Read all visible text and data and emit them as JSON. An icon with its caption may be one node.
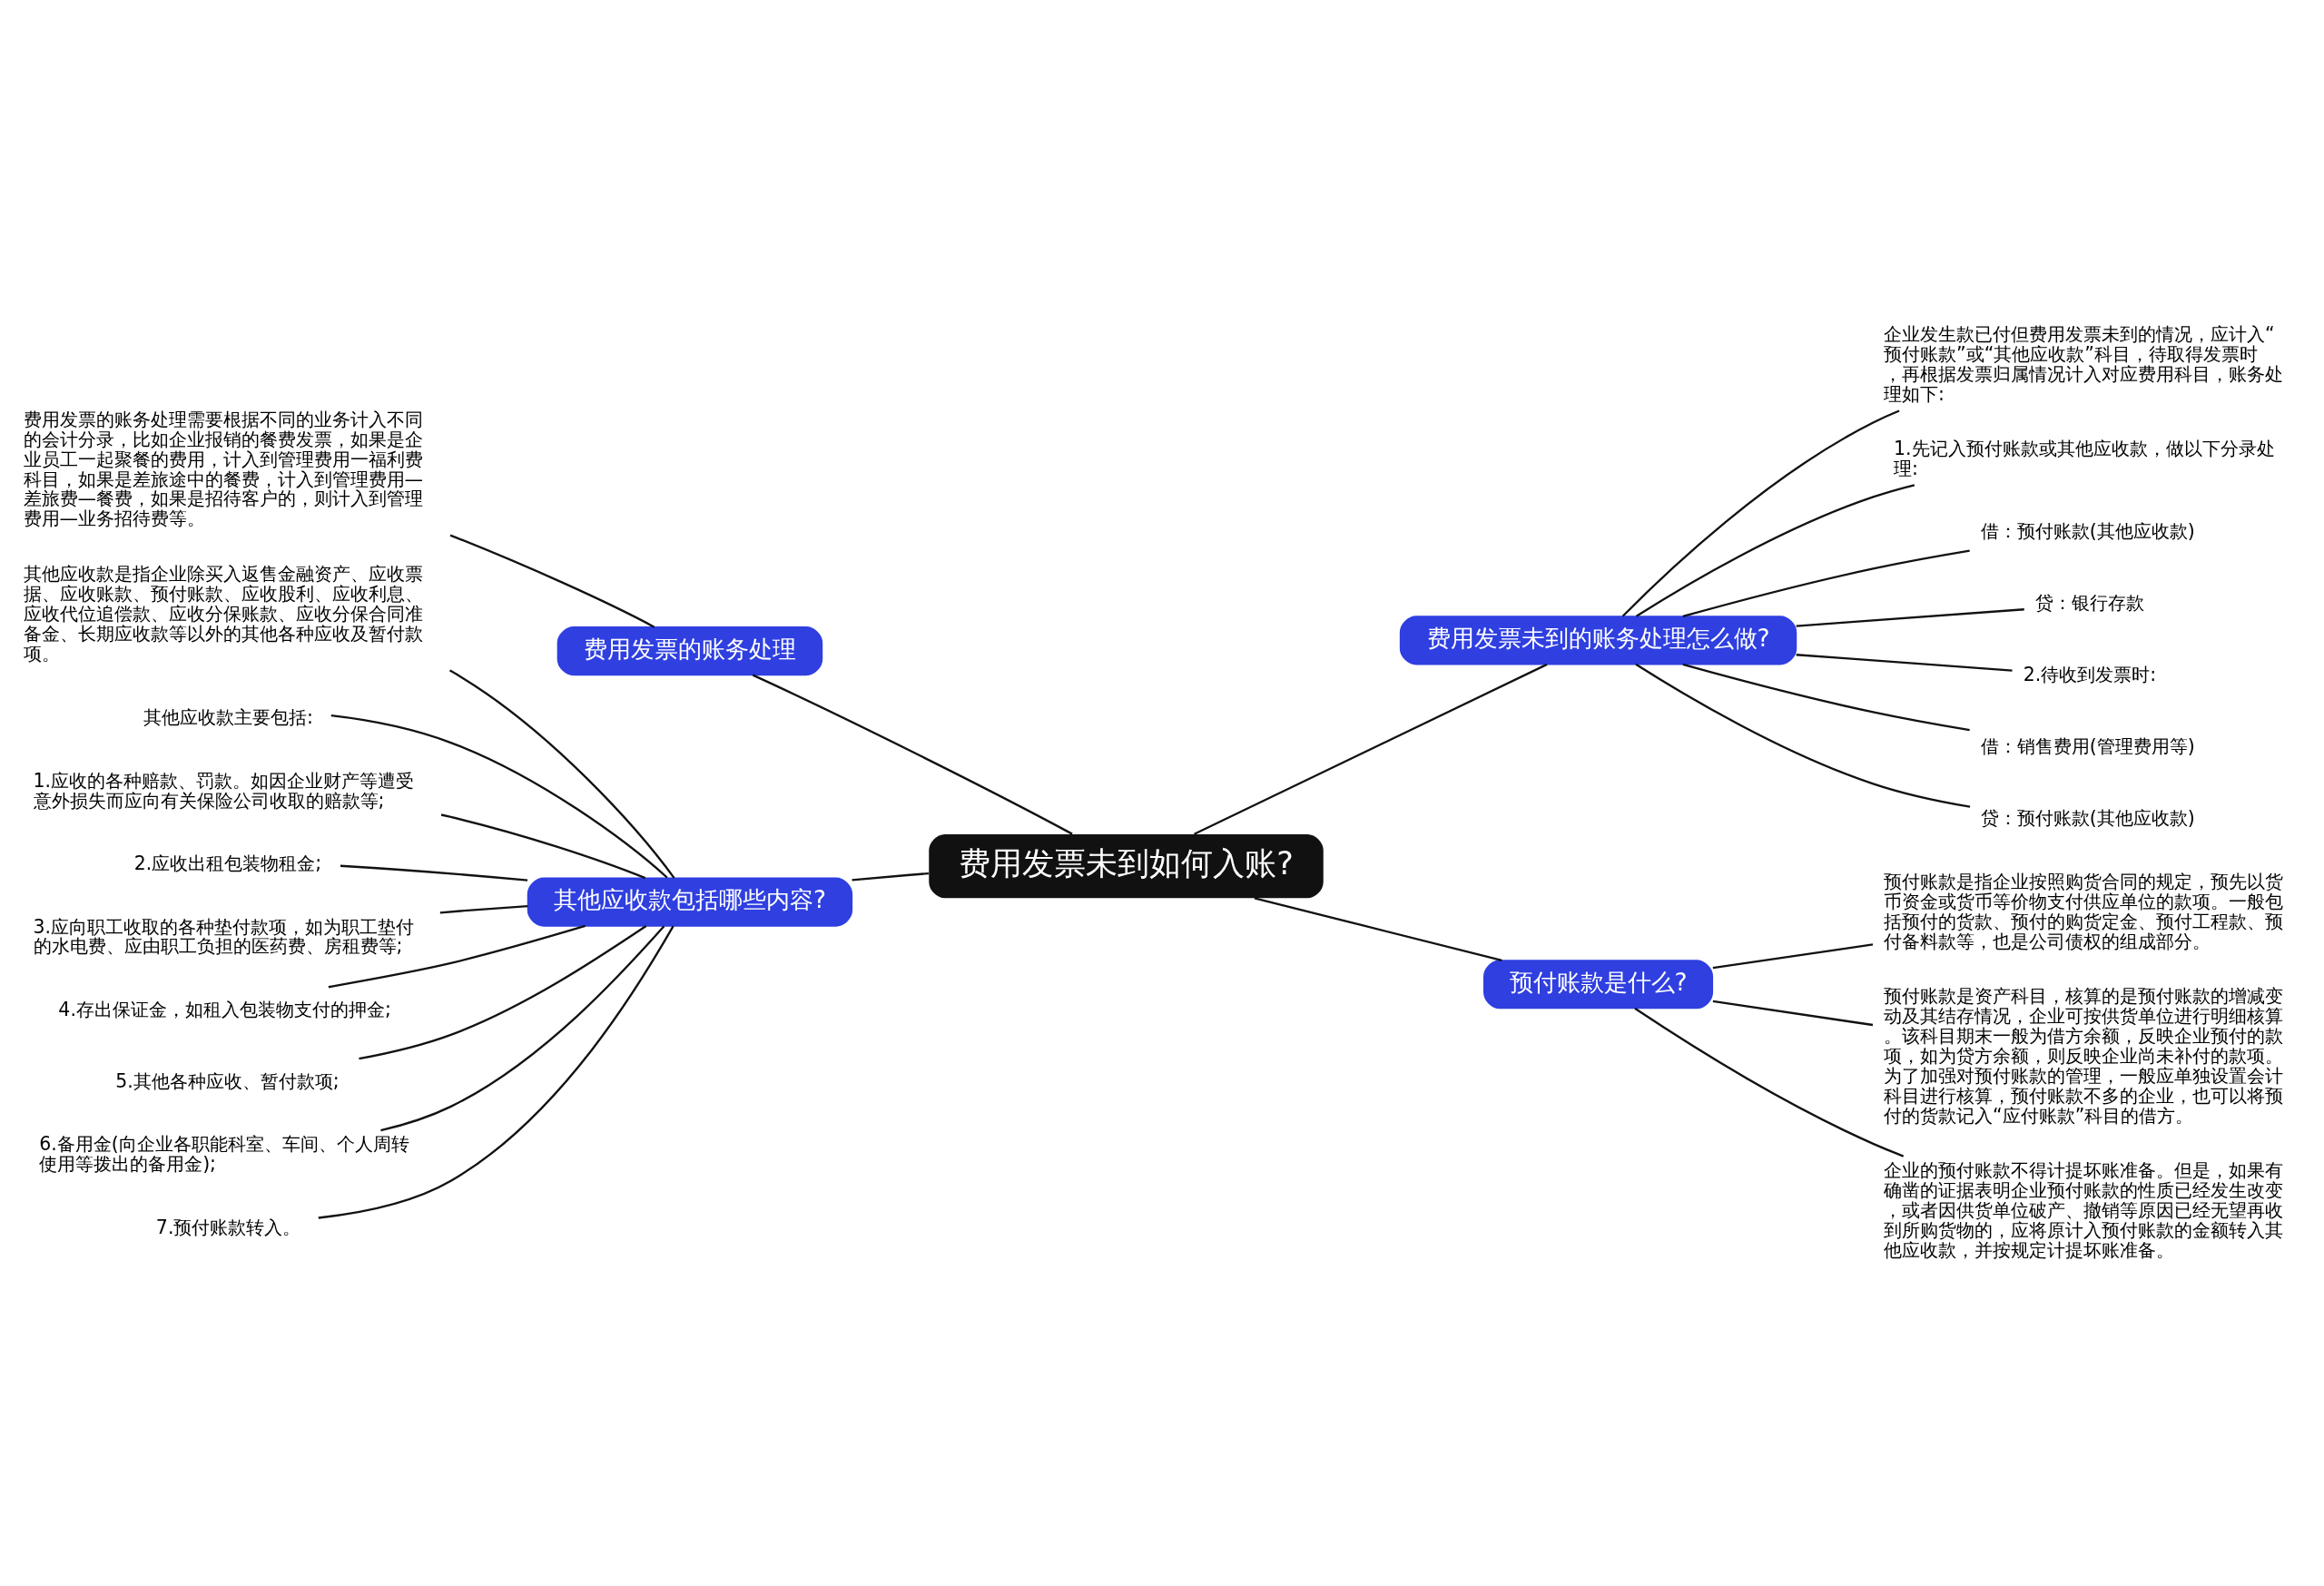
{
  "diagram": {
    "nodes": [
      {
        "text": [
          "费用发票未到如何入账?"
        ]
      },
      {
        "text": [
          "费用发票的账务处理"
        ]
      },
      {
        "text": [
          "费用发票的账务处理需要根据不同的业务计入不同的会计分录，比如企业报销的餐费发票，如果是企业员工一起聚餐的费用，计入到管理费用一福利费科目，如果是差旅途中的餐费，计入到管理费用—差旅费—餐费，如果是招待客户的，则计入到管理费用—业务招待费等。"
        ]
      },
      {
        "text": [
          "其他应收款包括哪些内容?"
        ]
      },
      {
        "text": [
          "其他应收款是指企业除买入返售金融资产、应收票据、应收账款、预付账款、应收股利、应收利息、应收代位追偿款、应收分保账款、应收分保合同准备金、长期应收款等以外的其他各种应收及暂付款项。"
        ]
      },
      {
        "text": [
          "其他应收款主要包括:"
        ]
      },
      {
        "text": [
          "1.应收的各种赔款、罚款。如因企业财产等遭受意外损失而应向有关保险公司收取的赔款等;"
        ]
      },
      {
        "text": [
          "2.应收出租包装物租金;"
        ]
      },
      {
        "text": [
          "3.应向职工收取的各种垫付款项，如为职工垫付的水电费、应由职工负担的医药费、房租费等;"
        ]
      },
      {
        "text": [
          "4.存出保证金，如租入包装物支付的押金;"
        ]
      },
      {
        "text": [
          "5.其他各种应收、暂付款项;"
        ]
      },
      {
        "text": [
          "6.备用金(向企业各职能科室、车间、个人周转使用等拨出的备用金);"
        ]
      },
      {
        "text": [
          "7.预付账款转入。"
        ]
      },
      {
        "text": [
          "费用发票未到的账务处理怎么做?"
        ]
      },
      {
        "text": [
          "企业发生款已付但费用发票未到的情况，应计入“预付账款”或“其他应收款”科目，待取得发票时，再根据发票归属情况计入对应费用科目，账务处理如下:"
        ]
      },
      {
        "text": [
          "1.先记入预付账款或其他应收款，做以下分录处理:"
        ]
      },
      {
        "text": [
          "借：预付账款(其他应收款)"
        ]
      },
      {
        "text": [
          "贷：银行存款"
        ]
      },
      {
        "text": [
          "2.待收到发票时:"
        ]
      },
      {
        "text": [
          "借：销售费用(管理费用等)"
        ]
      },
      {
        "text": [
          "贷：预付账款(其他应收款)"
        ]
      },
      {
        "text": [
          "预付账款是什么?"
        ]
      },
      {
        "text": [
          "预付账款是指企业按照购货合同的规定，预先以货币资金或货币等价物支付供应单位的款项。一般包括预付的货款、预付的购货定金、预付工程款、预付备料款等，也是公司债权的组成部分。"
        ]
      },
      {
        "text": [
          "预付账款是资产科目，核算的是预付账款的增减变动及其结存情况，企业可按供货单位进行明细核算。该科目期末一般为借方余额，反映企业预付的款项，如为贷方余额，则反映企业尚未补付的款项。为了加强对预付账款的管理，一般应单独设置会计科目进行核算，预付账款不多的企业，也可以将预付的货款记入“应付账款”科目的借方。"
        ]
      },
      {
        "text": [
          "企业的预付账款不得计提坏账准备。但是，如果有确凿的证据表明企业预付账款的性质已经发生改变，或者因供货单位破产、撤销等原因已经无望再收到所购货物的，应将原计入预付账款的金额转入其他应收款，并按规定计提坏账准备。"
        ]
      }
    ],
    "edges": [
      {
        "from": 0,
        "to": 1,
        "arrow": "none"
      },
      {
        "from": 1,
        "to": 2,
        "arrow": "none"
      },
      {
        "from": 0,
        "to": 3,
        "arrow": "none"
      },
      {
        "from": 3,
        "to": 4,
        "arrow": "none"
      },
      {
        "from": 3,
        "to": 5,
        "arrow": "none"
      },
      {
        "from": 3,
        "to": 6,
        "arrow": "none"
      },
      {
        "from": 3,
        "to": 7,
        "arrow": "none"
      },
      {
        "from": 3,
        "to": 8,
        "arrow": "none"
      },
      {
        "from": 3,
        "to": 9,
        "arrow": "none"
      },
      {
        "from": 3,
        "to": 10,
        "arrow": "none"
      },
      {
        "from": 3,
        "to": 11,
        "arrow": "none"
      },
      {
        "from": 3,
        "to": 12,
        "arrow": "none"
      },
      {
        "from": 0,
        "to": 13,
        "arrow": "none"
      },
      {
        "from": 13,
        "to": 14,
        "arrow": "none"
      },
      {
        "from": 13,
        "to": 15,
        "arrow": "none"
      },
      {
        "from": 13,
        "to": 16,
        "arrow": "none"
      },
      {
        "from": 13,
        "to": 17,
        "arrow": "none"
      },
      {
        "from": 13,
        "to": 18,
        "arrow": "none"
      },
      {
        "from": 13,
        "to": 19,
        "arrow": "none"
      },
      {
        "from": 13,
        "to": 20,
        "arrow": "none"
      },
      {
        "from": 0,
        "to": 21,
        "arrow": "none"
      },
      {
        "from": 21,
        "to": 22,
        "arrow": "none"
      },
      {
        "from": 21,
        "to": 23,
        "arrow": "none"
      },
      {
        "from": 21,
        "to": 24,
        "arrow": "none"
      }
    ]
  }
}
